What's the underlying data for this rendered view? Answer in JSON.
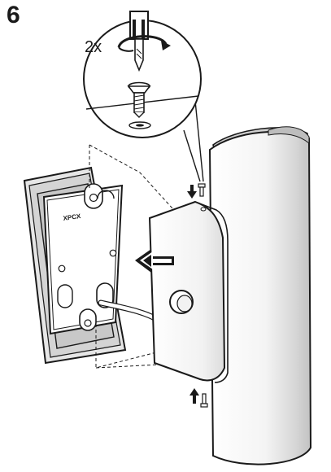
{
  "step": {
    "number": "6"
  },
  "detail": {
    "quantity": "2x"
  },
  "icons": [
    "screwdriver-icon",
    "rotate-clockwise-icon",
    "screw-icon",
    "arrow-push-icon",
    "arrow-down-icon",
    "arrow-up-icon"
  ],
  "wall_box": {
    "label": "XPCX"
  },
  "colors": {
    "ink": "#1a1a1a",
    "paper": "#ffffff",
    "shade": "#d9d9d9",
    "mid_shade": "#bdbdbd"
  }
}
